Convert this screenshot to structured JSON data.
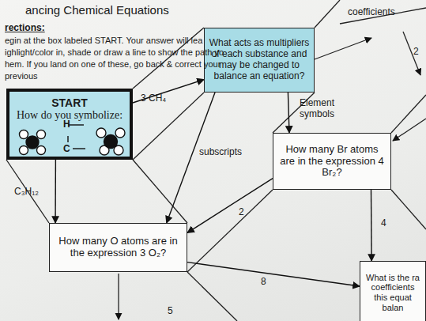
{
  "diagram": {
    "title": "ancing Chemical Equations",
    "nodes": [
      {
        "text": [
          "START",
          "How do you symbolize:"
        ]
      },
      {
        "text": [
          "What acts as multipliers of each substance and may be changed to balance an equation?"
        ]
      },
      {
        "text": [
          "How many Br atoms are in the expression 4 Br₂?"
        ]
      },
      {
        "text": [
          "How many O atoms are in the expression 3 O₂?"
        ]
      },
      {
        "text": [
          "What is the ra coefficients this equat balan"
        ]
      }
    ],
    "edges": [
      {
        "from": 0,
        "to": 1,
        "label": "3 CH₄",
        "arrow": "to"
      },
      {
        "from": 0,
        "to": 3,
        "label": "C₃H₁₂",
        "arrow": "to"
      },
      {
        "from": 1,
        "to": 2,
        "label": "Element symbols",
        "arrow": "to"
      },
      {
        "from": 1,
        "to": 3,
        "label": "subscripts",
        "arrow": "to"
      },
      {
        "from": 2,
        "to": 3,
        "label": "2",
        "arrow": "to"
      },
      {
        "from": 2,
        "to": 4,
        "label": "4",
        "arrow": "to"
      },
      {
        "from": 3,
        "to": 4,
        "label": "8",
        "arrow": "to"
      }
    ],
    "labels": [
      "rections:",
      "egin at the box labeled START. Your answer will lea ighlight/color in, shade or draw a line to show the path yo hem. If you land on one of these, go back & correct your previous",
      "coefficients",
      "2",
      "5",
      "H",
      "C"
    ]
  }
}
